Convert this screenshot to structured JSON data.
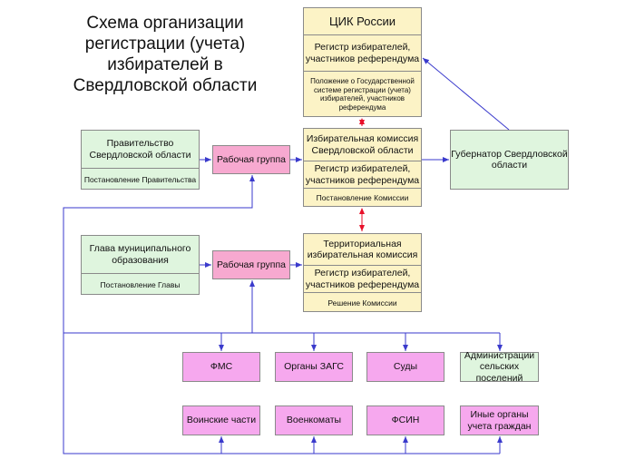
{
  "title": "Схема организации регистрации (учета) избирателей в Свердловской области",
  "cik": {
    "name": "ЦИК России",
    "registry": "Регистр избирателей, участников референдума",
    "regulation": "Положение о Государственной системе регистрации (учета) избирателей, участников референдума"
  },
  "regional_commission": {
    "name": "Избирательная комиссия Свердловской области",
    "registry": "Регистр избирателей, участников референдума",
    "doc": "Постановление Комиссии"
  },
  "territorial_commission": {
    "name": "Территориальная избирательная комиссия",
    "registry": "Регистр избирателей, участников референдума",
    "doc": "Решение Комиссии"
  },
  "government": {
    "name": "Правительство Свердловской области",
    "doc": "Постановление Правительства"
  },
  "governor": {
    "name": "Губернатор Свердловской области"
  },
  "municipal_head": {
    "name": "Главa муниципального образования",
    "doc": "Постановление Главы"
  },
  "working_group_1": "Рабочая группа",
  "working_group_2": "Рабочая группа",
  "bodies": {
    "fms": "ФМС",
    "zags": "Органы ЗАГС",
    "courts": "Суды",
    "admins": "Администрации сельских поселений",
    "military_units": "Воинские части",
    "military_commissariats": "Военкоматы",
    "fsin": "ФСИН",
    "other": "Иные органы учета граждан"
  },
  "colors": {
    "connector": "#3a3acc",
    "mutual_arrow": "#e8102a",
    "yellow_box": "#fcf3c6",
    "green_box": "#dff5de",
    "working_group": "#f7a9d0",
    "body_box": "#f6a8ee"
  }
}
